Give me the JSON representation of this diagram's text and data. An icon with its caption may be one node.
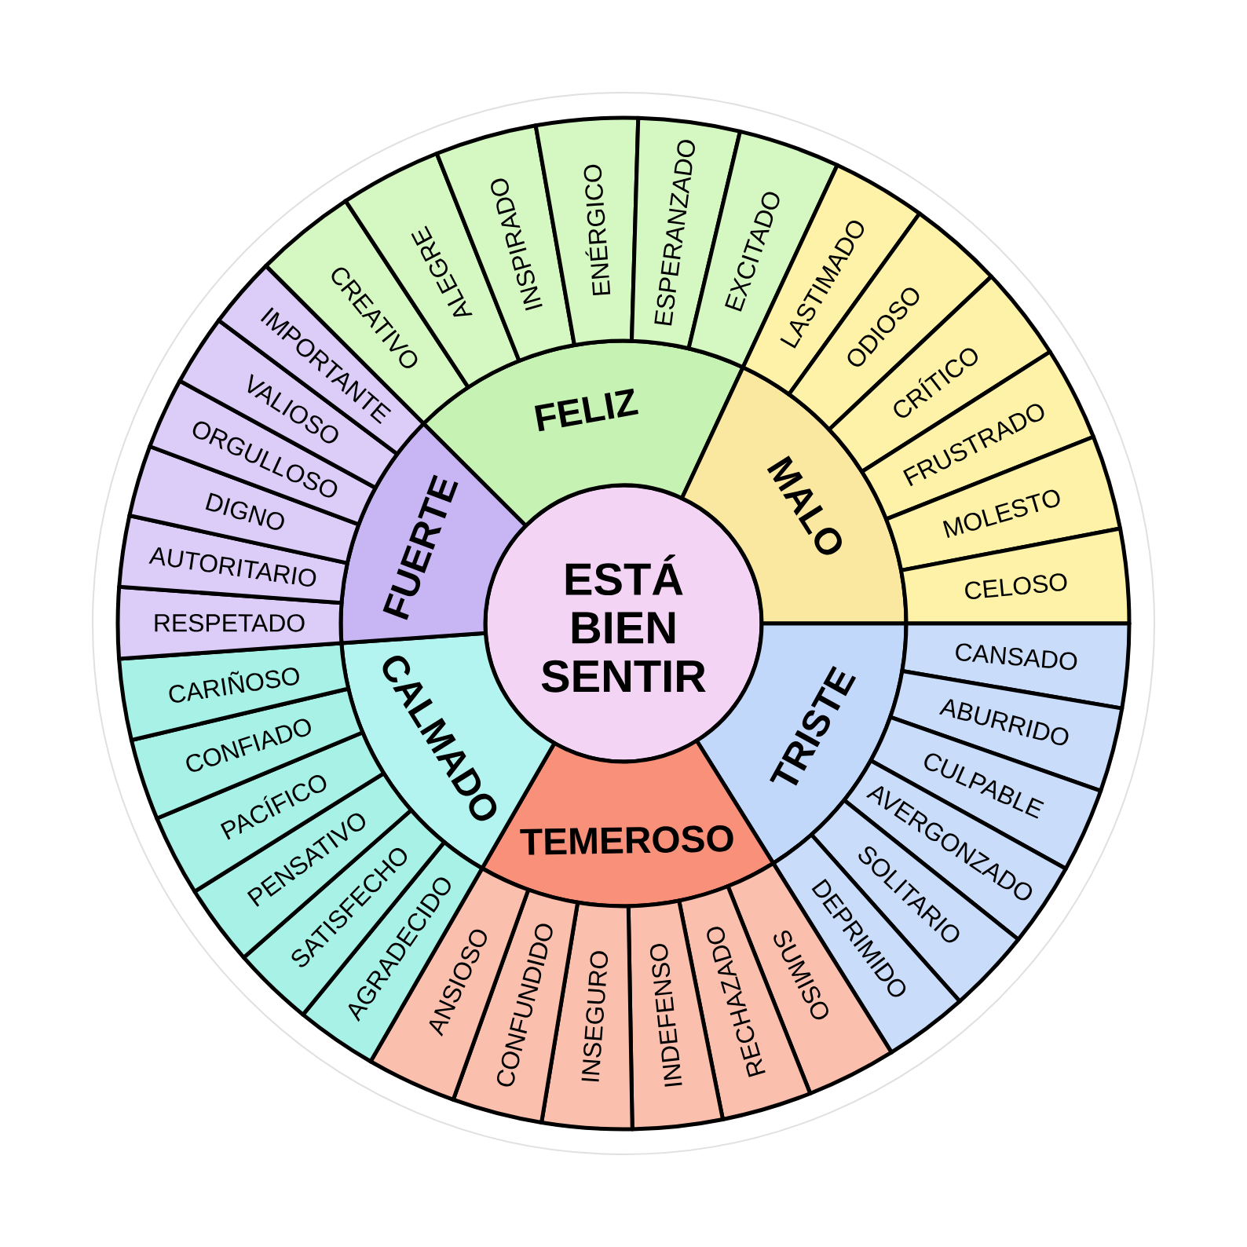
{
  "diagram": {
    "nodes": [
      {
        "text": [
          "ESTÁ BIEN SENTIR"
        ]
      },
      {
        "text": [
          "FELIZ"
        ]
      },
      {
        "text": [
          "MALO"
        ]
      },
      {
        "text": [
          "TRISTE"
        ]
      },
      {
        "text": [
          "TEMEROSO"
        ]
      },
      {
        "text": [
          "CALMADO"
        ]
      },
      {
        "text": [
          "FUERTE"
        ]
      },
      {
        "text": [
          "CREATIVO"
        ]
      },
      {
        "text": [
          "ALEGRE"
        ]
      },
      {
        "text": [
          "INSPIRADO"
        ]
      },
      {
        "text": [
          "ENÉRGICO"
        ]
      },
      {
        "text": [
          "ESPERANZADO"
        ]
      },
      {
        "text": [
          "EXCITADO"
        ]
      },
      {
        "text": [
          "LASTIMADO"
        ]
      },
      {
        "text": [
          "ODIOSO"
        ]
      },
      {
        "text": [
          "CRÍTICO"
        ]
      },
      {
        "text": [
          "FRUSTRADO"
        ]
      },
      {
        "text": [
          "MOLESTO"
        ]
      },
      {
        "text": [
          "CELOSO"
        ]
      },
      {
        "text": [
          "CANSADO"
        ]
      },
      {
        "text": [
          "ABURRIDO"
        ]
      },
      {
        "text": [
          "CULPABLE"
        ]
      },
      {
        "text": [
          "AVERGONZADO"
        ]
      },
      {
        "text": [
          "SOLITARIO"
        ]
      },
      {
        "text": [
          "DEPRIMIDO"
        ]
      },
      {
        "text": [
          "SUMISO"
        ]
      },
      {
        "text": [
          "RECHAZADO"
        ]
      },
      {
        "text": [
          "INDEFENSO"
        ]
      },
      {
        "text": [
          "INSEGURO"
        ]
      },
      {
        "text": [
          "CONFUNDIDO"
        ]
      },
      {
        "text": [
          "ANSIOSO"
        ]
      },
      {
        "text": [
          "AGRADECIDO"
        ]
      },
      {
        "text": [
          "SATISFECHO"
        ]
      },
      {
        "text": [
          "PENSATIVO"
        ]
      },
      {
        "text": [
          "PACÍFICO"
        ]
      },
      {
        "text": [
          "CONFIADO"
        ]
      },
      {
        "text": [
          "CARIÑOSO"
        ]
      },
      {
        "text": [
          "RESPETADO"
        ]
      },
      {
        "text": [
          "AUTORITARIO"
        ]
      },
      {
        "text": [
          "DIGNO"
        ]
      },
      {
        "text": [
          "ORGULLOSO"
        ]
      },
      {
        "text": [
          "VALIOSO"
        ]
      },
      {
        "text": [
          "IMPORTANTE"
        ]
      }
    ]
  }
}
